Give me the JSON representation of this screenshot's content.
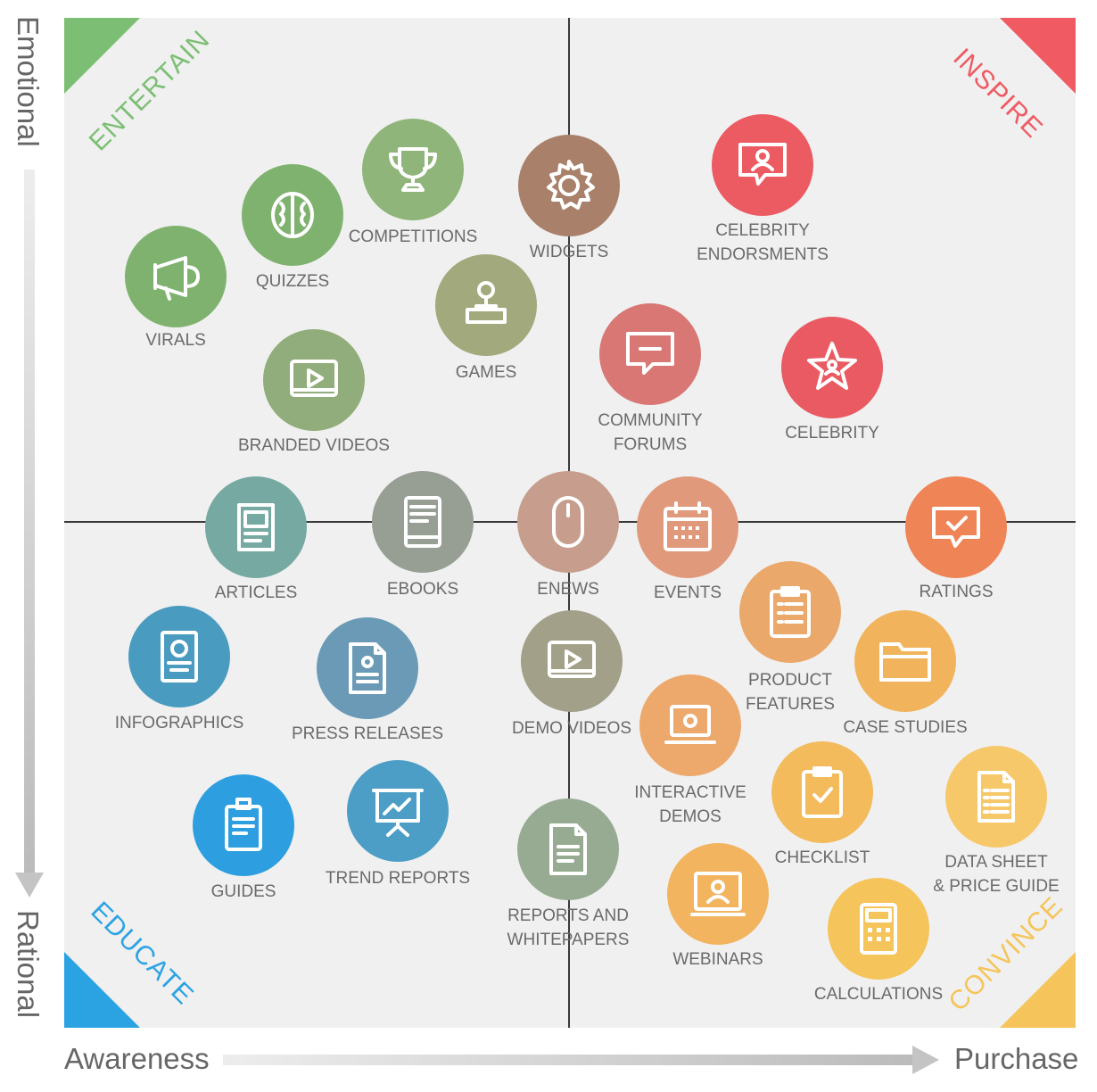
{
  "axes": {
    "top": "Emotional",
    "bottom": "Rational",
    "left": "Awareness",
    "right": "Purchase"
  },
  "quadrants": [
    {
      "key": "entertain",
      "label": "ENTERTAIN",
      "color": "#7cbf74"
    },
    {
      "key": "inspire",
      "label": "INSPIRE",
      "color": "#ef5a63"
    },
    {
      "key": "educate",
      "label": "EDUCATE",
      "color": "#2ba3e3"
    },
    {
      "key": "convince",
      "label": "CONVINCE",
      "color": "#f5c45a"
    }
  ],
  "items": [
    {
      "key": "virals",
      "label": "VIRALS",
      "icon": "megaphone-icon",
      "color": "#7fb26f"
    },
    {
      "key": "quizzes",
      "label": "QUIZZES",
      "icon": "brain-icon",
      "color": "#7fb26f"
    },
    {
      "key": "competitions",
      "label": "COMPETITIONS",
      "icon": "trophy-icon",
      "color": "#8fb57a"
    },
    {
      "key": "widgets",
      "label": "WIDGETS",
      "icon": "gear-icon",
      "color": "#a9806a"
    },
    {
      "key": "games",
      "label": "GAMES",
      "icon": "joystick-icon",
      "color": "#a2a97c"
    },
    {
      "key": "branded_videos",
      "label": "BRANDED VIDEOS",
      "icon": "video-icon",
      "color": "#91ad7b"
    },
    {
      "key": "celebrity_endorsments",
      "label": "CELEBRITY\nENDORSMENTS",
      "icon": "chat-person-icon",
      "color": "#ec5a62"
    },
    {
      "key": "community_forums",
      "label": "COMMUNITY\nFORUMS",
      "icon": "chat-bubble-icon",
      "color": "#d87774"
    },
    {
      "key": "celebrity",
      "label": "CELEBRITY",
      "icon": "star-person-icon",
      "color": "#e95a62"
    },
    {
      "key": "articles",
      "label": "ARTICLES",
      "icon": "article-icon",
      "color": "#76a9a1"
    },
    {
      "key": "ebooks",
      "label": "EBOOKS",
      "icon": "ebook-icon",
      "color": "#979f94"
    },
    {
      "key": "enews",
      "label": "ENEWS",
      "icon": "mouse-icon",
      "color": "#c79e8d"
    },
    {
      "key": "events",
      "label": "EVENTS",
      "icon": "calendar-icon",
      "color": "#e09a7b"
    },
    {
      "key": "ratings",
      "label": "RATINGS",
      "icon": "rating-bubble-icon",
      "color": "#ef8456"
    },
    {
      "key": "infographics",
      "label": "INFOGRAPHICS",
      "icon": "badge-icon",
      "color": "#4a9bc0"
    },
    {
      "key": "press_releases",
      "label": "PRESS RELEASES",
      "icon": "press-doc-icon",
      "color": "#6a9ab5"
    },
    {
      "key": "demo_videos",
      "label": "DEMO VIDEOS",
      "icon": "video-icon",
      "color": "#a2a088"
    },
    {
      "key": "product_features",
      "label": "PRODUCT\nFEATURES",
      "icon": "clipboard-list-icon",
      "color": "#eaa86a"
    },
    {
      "key": "case_studies",
      "label": "CASE STUDIES",
      "icon": "folder-icon",
      "color": "#f1b45c"
    },
    {
      "key": "interactive_demos",
      "label": "INTERACTIVE\nDEMOS",
      "icon": "laptop-icon",
      "color": "#eda86c"
    },
    {
      "key": "guides",
      "label": "GUIDES",
      "icon": "guide-icon",
      "color": "#2d9fe0"
    },
    {
      "key": "trend_reports",
      "label": "TREND REPORTS",
      "icon": "presentation-icon",
      "color": "#4c9ec6"
    },
    {
      "key": "reports_whitepapers",
      "label": "REPORTS AND\nWHITEPAPERS",
      "icon": "document-icon",
      "color": "#97ab93"
    },
    {
      "key": "checklist",
      "label": "CHECKLIST",
      "icon": "checklist-icon",
      "color": "#f3bb5c"
    },
    {
      "key": "data_sheet",
      "label": "DATA SHEET\n& PRICE GUIDE",
      "icon": "datasheet-icon",
      "color": "#f6c86a"
    },
    {
      "key": "webinars",
      "label": "WEBINARS",
      "icon": "webinar-icon",
      "color": "#f2b45e"
    },
    {
      "key": "calculations",
      "label": "CALCULATIONS",
      "icon": "calculator-icon",
      "color": "#f5c45a"
    }
  ]
}
